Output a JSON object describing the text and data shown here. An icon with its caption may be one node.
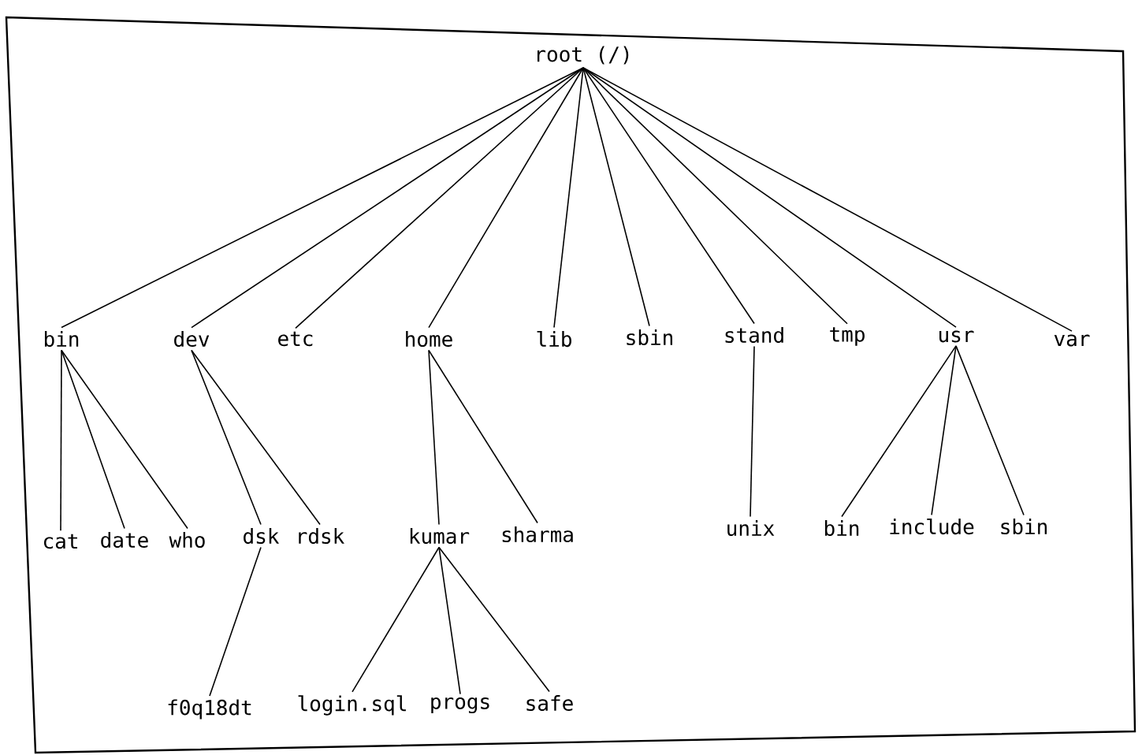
{
  "diagram": {
    "nodes": [
      {
        "text": [
          "root (/)"
        ]
      },
      {
        "text": [
          "bin"
        ]
      },
      {
        "text": [
          "dev"
        ]
      },
      {
        "text": [
          "etc"
        ]
      },
      {
        "text": [
          "home"
        ]
      },
      {
        "text": [
          "lib"
        ]
      },
      {
        "text": [
          "sbin"
        ]
      },
      {
        "text": [
          "stand"
        ]
      },
      {
        "text": [
          "tmp"
        ]
      },
      {
        "text": [
          "usr"
        ]
      },
      {
        "text": [
          "var"
        ]
      },
      {
        "text": [
          "cat"
        ]
      },
      {
        "text": [
          "date"
        ]
      },
      {
        "text": [
          "who"
        ]
      },
      {
        "text": [
          "dsk"
        ]
      },
      {
        "text": [
          "rdsk"
        ]
      },
      {
        "text": [
          "kumar"
        ]
      },
      {
        "text": [
          "sharma"
        ]
      },
      {
        "text": [
          "unix"
        ]
      },
      {
        "text": [
          "bin"
        ]
      },
      {
        "text": [
          "include"
        ]
      },
      {
        "text": [
          "sbin"
        ]
      },
      {
        "text": [
          "f0q18dt"
        ]
      },
      {
        "text": [
          "login.sql"
        ]
      },
      {
        "text": [
          "progs"
        ]
      },
      {
        "text": [
          "safe"
        ]
      }
    ],
    "edges": [
      {
        "from": 0,
        "to": 1,
        "arrow": "none"
      },
      {
        "from": 0,
        "to": 2,
        "arrow": "none"
      },
      {
        "from": 0,
        "to": 3,
        "arrow": "none"
      },
      {
        "from": 0,
        "to": 4,
        "arrow": "none"
      },
      {
        "from": 0,
        "to": 5,
        "arrow": "none"
      },
      {
        "from": 0,
        "to": 6,
        "arrow": "none"
      },
      {
        "from": 0,
        "to": 7,
        "arrow": "none"
      },
      {
        "from": 0,
        "to": 8,
        "arrow": "none"
      },
      {
        "from": 0,
        "to": 9,
        "arrow": "none"
      },
      {
        "from": 0,
        "to": 10,
        "arrow": "none"
      },
      {
        "from": 1,
        "to": 11,
        "arrow": "none"
      },
      {
        "from": 1,
        "to": 12,
        "arrow": "none"
      },
      {
        "from": 1,
        "to": 13,
        "arrow": "none"
      },
      {
        "from": 2,
        "to": 14,
        "arrow": "none"
      },
      {
        "from": 2,
        "to": 15,
        "arrow": "none"
      },
      {
        "from": 4,
        "to": 16,
        "arrow": "none"
      },
      {
        "from": 4,
        "to": 17,
        "arrow": "none"
      },
      {
        "from": 7,
        "to": 18,
        "arrow": "none"
      },
      {
        "from": 9,
        "to": 19,
        "arrow": "none"
      },
      {
        "from": 9,
        "to": 20,
        "arrow": "none"
      },
      {
        "from": 9,
        "to": 21,
        "arrow": "none"
      },
      {
        "from": 14,
        "to": 22,
        "arrow": "none"
      },
      {
        "from": 16,
        "to": 23,
        "arrow": "none"
      },
      {
        "from": 16,
        "to": 24,
        "arrow": "none"
      },
      {
        "from": 16,
        "to": 25,
        "arrow": "none"
      }
    ]
  }
}
